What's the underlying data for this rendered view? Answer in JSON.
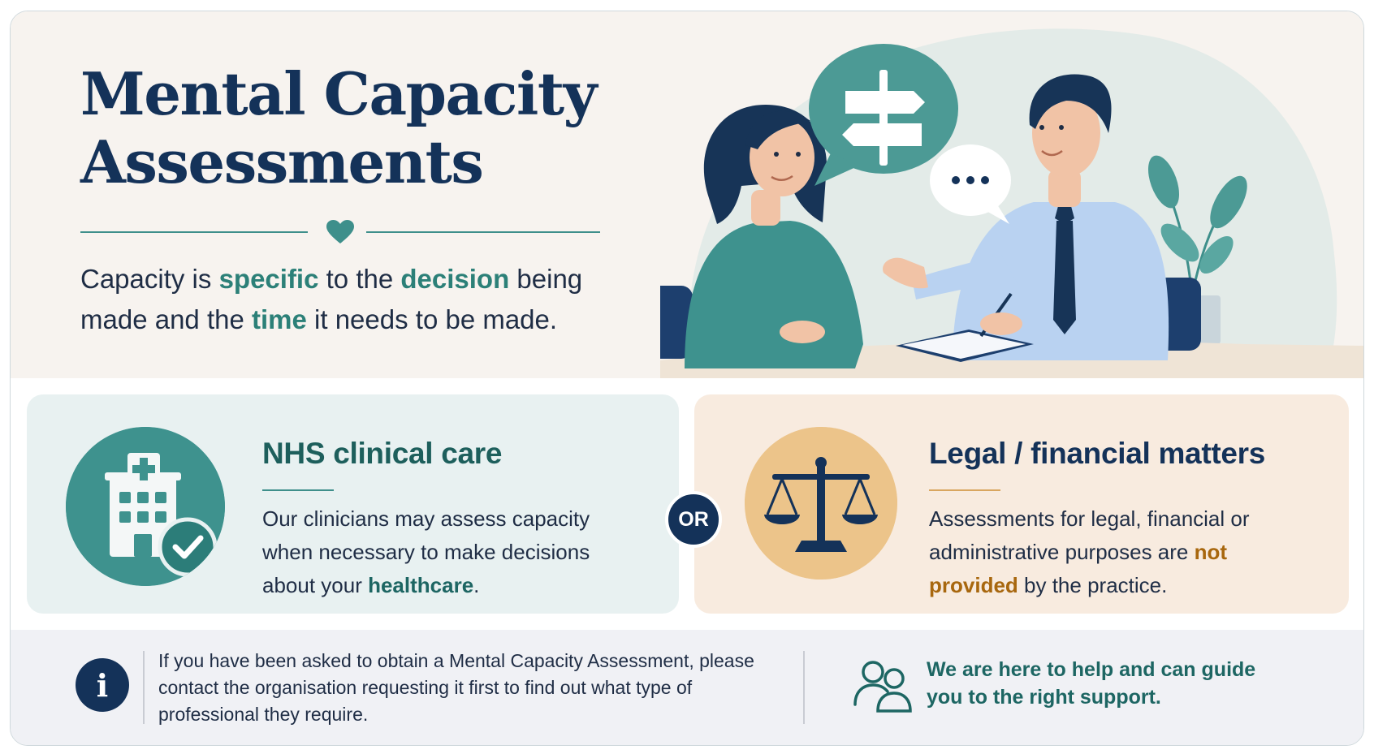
{
  "title": {
    "line1": "Mental Capacity",
    "line2": "Assessments"
  },
  "intro": {
    "part1": "Capacity is ",
    "hl1": "specific",
    "part2": " to the ",
    "hl2": "decision",
    "part3": " being made and the ",
    "hl3": "time",
    "part4": " it needs to be made."
  },
  "cards": {
    "nhs": {
      "heading": "NHS clinical care",
      "text_before": "Our clinicians may assess capacity when necessary to make decisions about your ",
      "text_highlight": "healthcare",
      "text_after": "."
    },
    "or_label": "OR",
    "legal": {
      "heading": "Legal / financial matters",
      "text_before": "Assessments for legal, financial or administrative purposes are ",
      "text_highlight": "not provided",
      "text_after": " by the practice."
    }
  },
  "info": {
    "icon_glyph": "i",
    "text": "If you have been asked to obtain a Mental Capacity Assessment, please contact the organisation requesting it first to find out what type of professional they require.",
    "help_text": "We are here to help and can guide you to the right support."
  },
  "icons": {
    "heart": "heart-icon",
    "hospital": "hospital-icon",
    "check": "check-icon",
    "scales": "scales-icon",
    "info": "info-icon",
    "people": "people-icon",
    "signpost": "signpost-icon",
    "chat": "chat-bubble-icon"
  },
  "colors": {
    "navy": "#143259",
    "teal": "#3e928e",
    "teal_dark": "#1d6663",
    "amber": "#ecc48a",
    "amber_text": "#a8670e",
    "hero_bg": "#f7f3ef",
    "nhs_bg": "#e8f1f1",
    "legal_bg": "#f8ebdf",
    "info_bg": "#f0f1f5"
  }
}
